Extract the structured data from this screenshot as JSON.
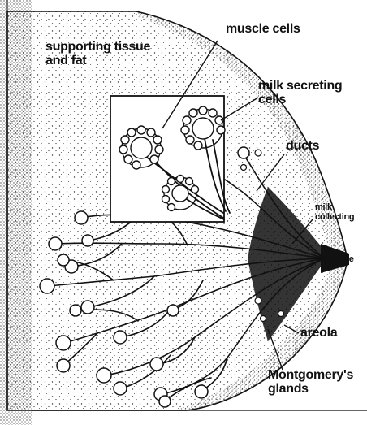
{
  "labels": {
    "supporting_tissue": [
      "supporting tissue",
      "and fat"
    ],
    "muscle_cells": "muscle cells",
    "milk_secreting_cells": [
      "milk secreting",
      "cells"
    ],
    "ducts": "ducts",
    "milk_collecting": [
      "milk",
      "collecting"
    ],
    "nipple": "nipple",
    "areola": "areola",
    "montgomerys_glands": [
      "Montgomery's",
      "glands"
    ]
  },
  "colors": {
    "ink": "#111111",
    "paper": "#ffffff",
    "stipple": "#2a2a2a"
  }
}
